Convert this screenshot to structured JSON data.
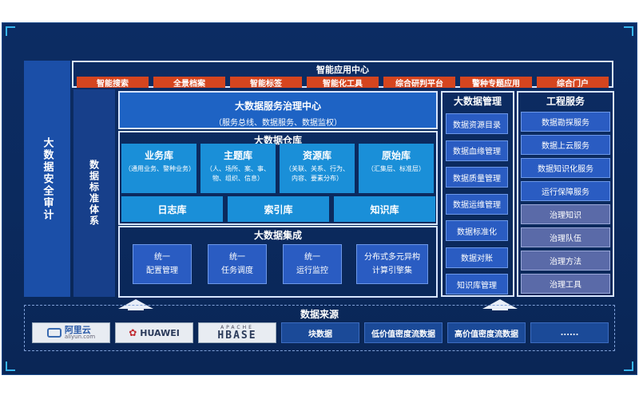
{
  "left_audit": "大数据安全审计",
  "left_standard": "数据标准体系",
  "app_center": {
    "title": "智能应用中心",
    "items": [
      "智能搜索",
      "全景档案",
      "智能标签",
      "智能化工具",
      "综合研判平台",
      "警种专题应用",
      "综合门户"
    ]
  },
  "governance": {
    "title": "大数据服务治理中心",
    "subtitle": "（服务总线、数据服务、数据监权）"
  },
  "warehouse": {
    "title": "大数据仓库",
    "stores": [
      {
        "name": "业务库",
        "desc": "（通用业务、警种业务）"
      },
      {
        "name": "主题库",
        "desc": "（人、场所、案、事、物、组织、信息）"
      },
      {
        "name": "资源库",
        "desc": "（关联、关系、行为、内容、要素分布）"
      },
      {
        "name": "原始库",
        "desc": "（汇集层、标准层）"
      }
    ],
    "bottom": [
      "日志库",
      "索引库",
      "知识库"
    ]
  },
  "integration": {
    "title": "大数据集成",
    "items": [
      {
        "line1": "统一",
        "line2": "配置管理"
      },
      {
        "line1": "统一",
        "line2": "任务调度"
      },
      {
        "line1": "统一",
        "line2": "运行监控"
      },
      {
        "line1": "分布式多元异构",
        "line2": "计算引擎集"
      }
    ]
  },
  "mgmt": {
    "title": "大数据管理",
    "items": [
      "数据资源目录",
      "数据血缘管理",
      "数据质量管理",
      "数据运维管理",
      "数据标准化",
      "数据对账",
      "知识库管理"
    ]
  },
  "engineering": {
    "title": "工程服务",
    "blue_items": [
      "数据勘探服务",
      "数据上云服务",
      "数据知识化服务",
      "运行保障服务"
    ],
    "gray_items": [
      "治理知识",
      "治理队伍",
      "治理方法",
      "治理工具"
    ]
  },
  "sources": {
    "title": "数据来源",
    "aliyun_name": "阿里云",
    "aliyun_url": "aliyun.com",
    "huawei": "HUAWEI",
    "apache": "APACHE",
    "hbase": "HBASE",
    "items": [
      "块数据",
      "低价值密度流数据",
      "高价值密度流数据",
      "......"
    ]
  },
  "colors": {
    "background": "#0b2a5e",
    "orange": "#d5451f",
    "store_blue": "#1a8fd8",
    "box_blue": "#2a5cc2"
  }
}
